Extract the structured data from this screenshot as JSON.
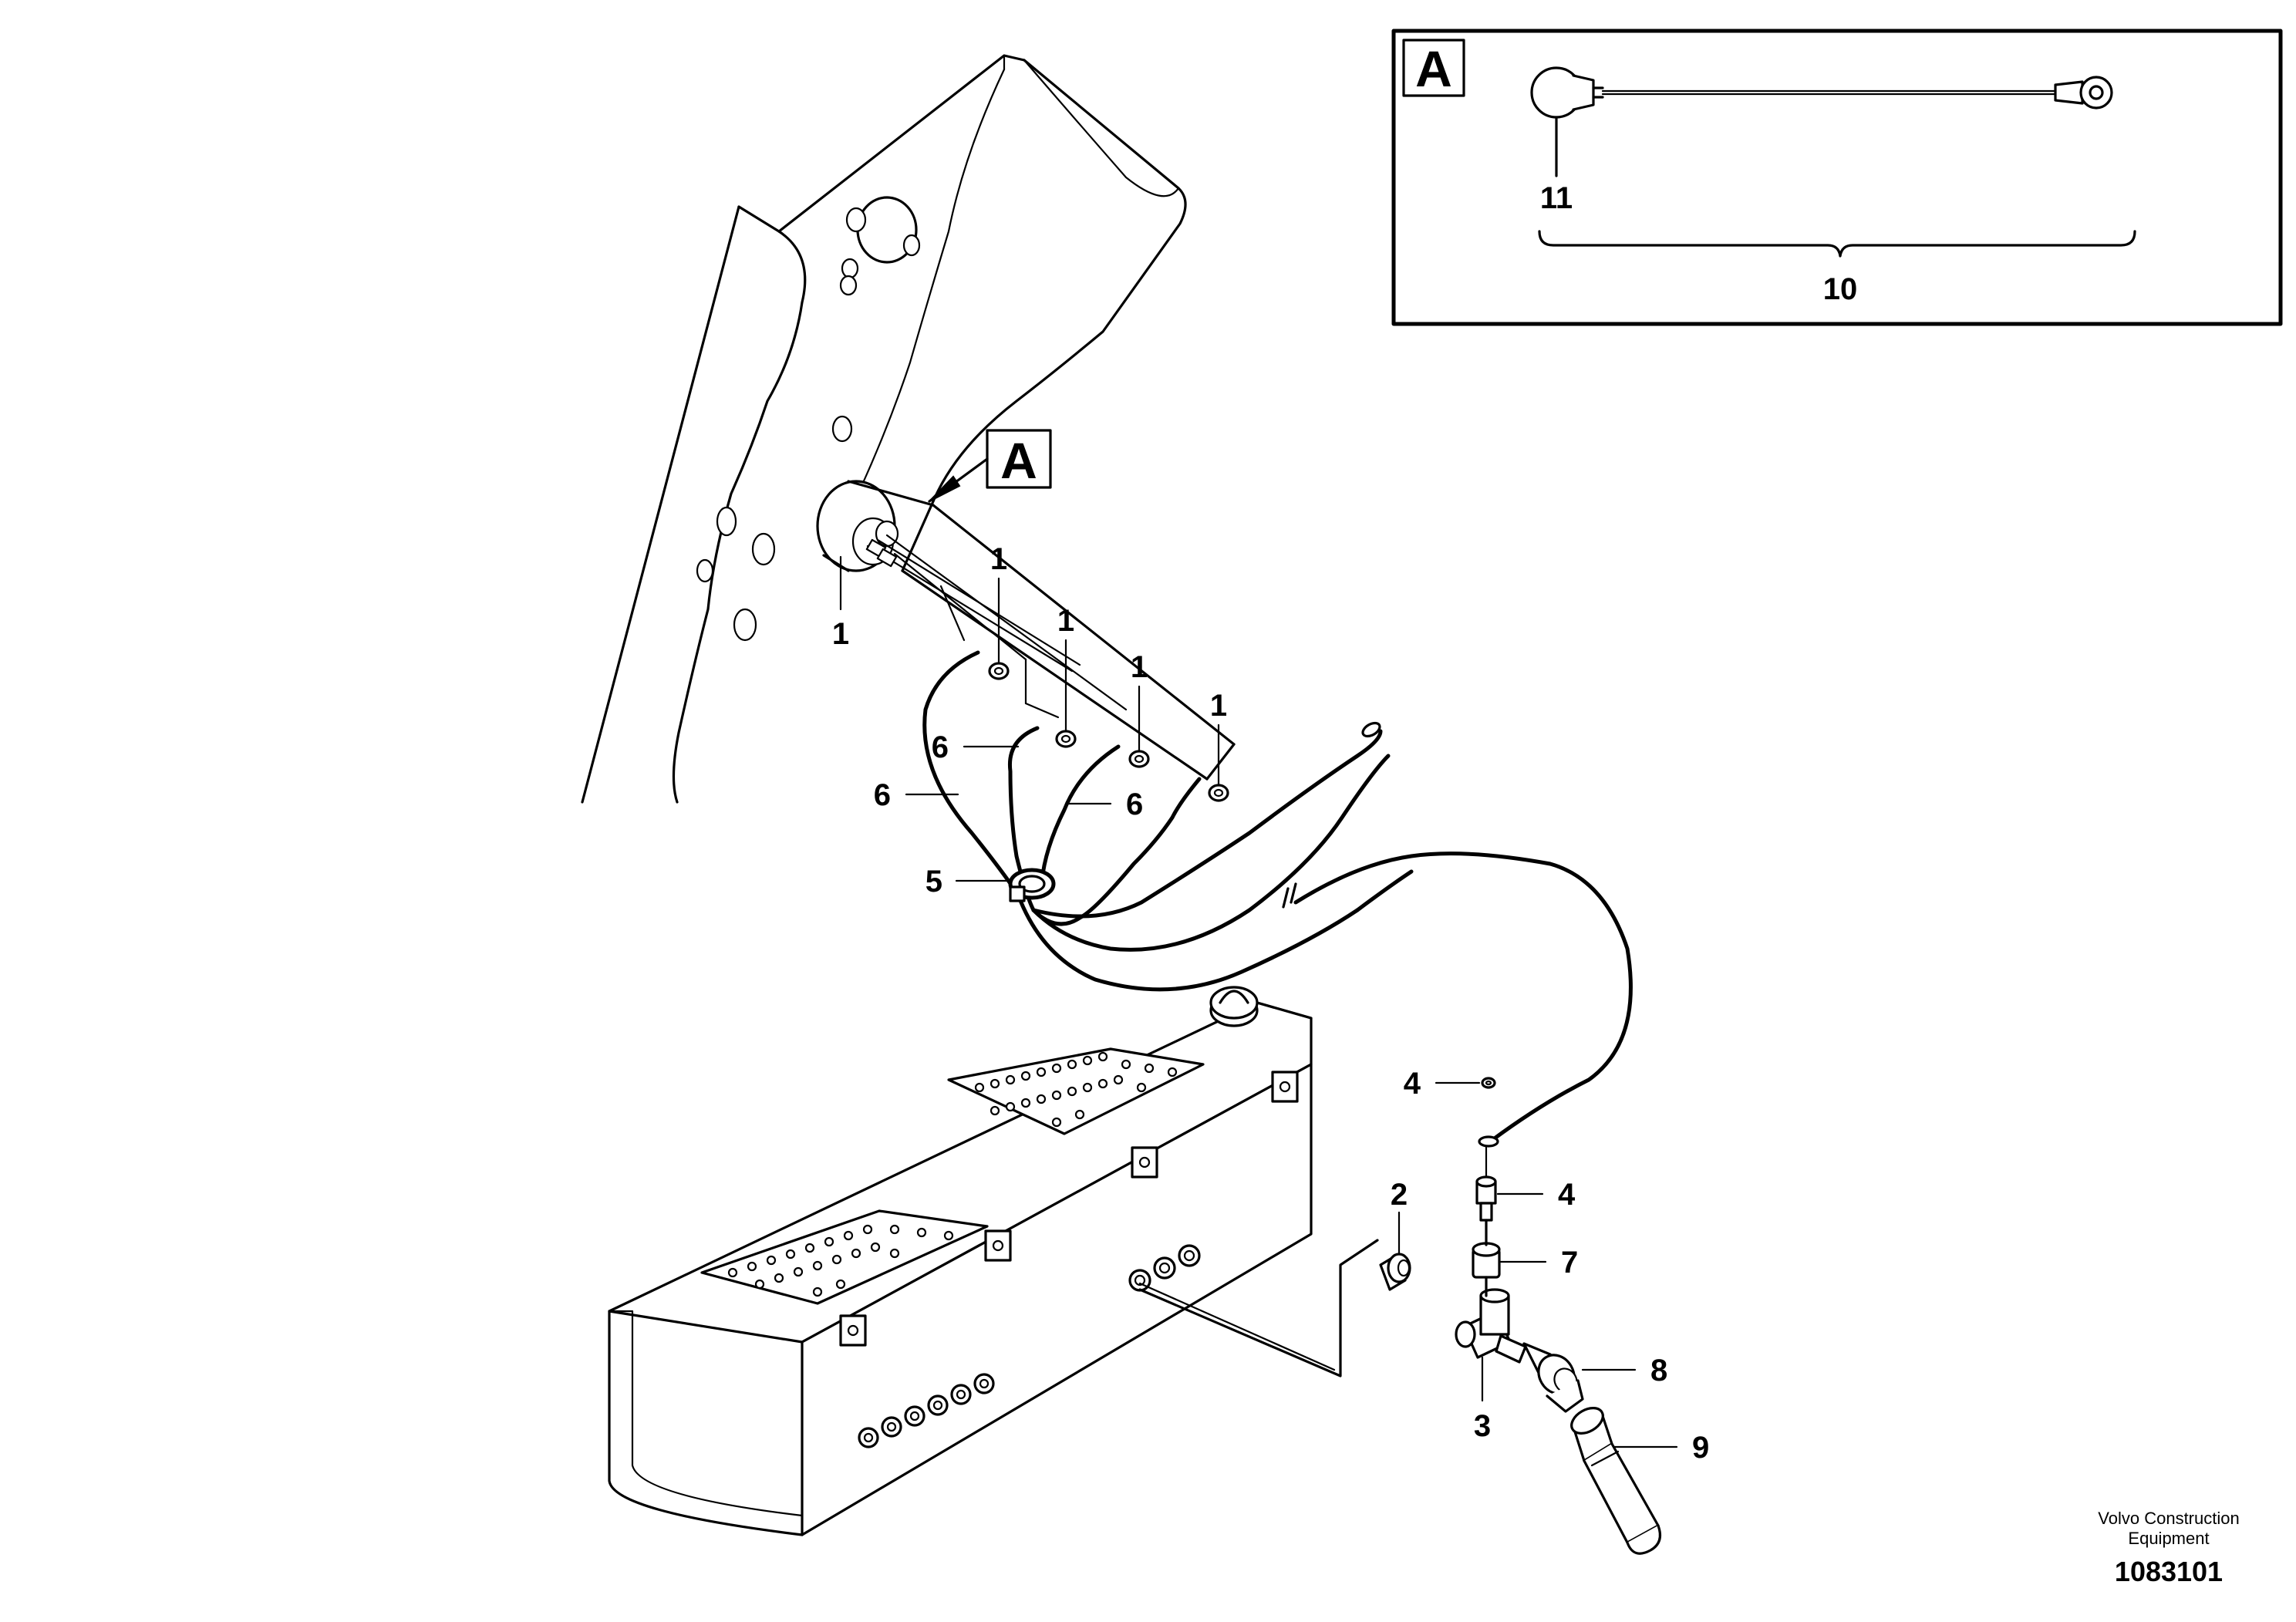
{
  "callouts": {
    "1": "1",
    "2": "2",
    "3": "3",
    "4": "4",
    "5": "5",
    "6": "6",
    "7": "7",
    "8": "8",
    "9": "9",
    "10": "10",
    "11": "11"
  },
  "detail_view": {
    "letter": "A"
  },
  "view_marker": {
    "letter": "A"
  },
  "footer": {
    "credit_line1": "Volvo Construction",
    "credit_line2": "Equipment",
    "drawing_number": "1083101"
  }
}
